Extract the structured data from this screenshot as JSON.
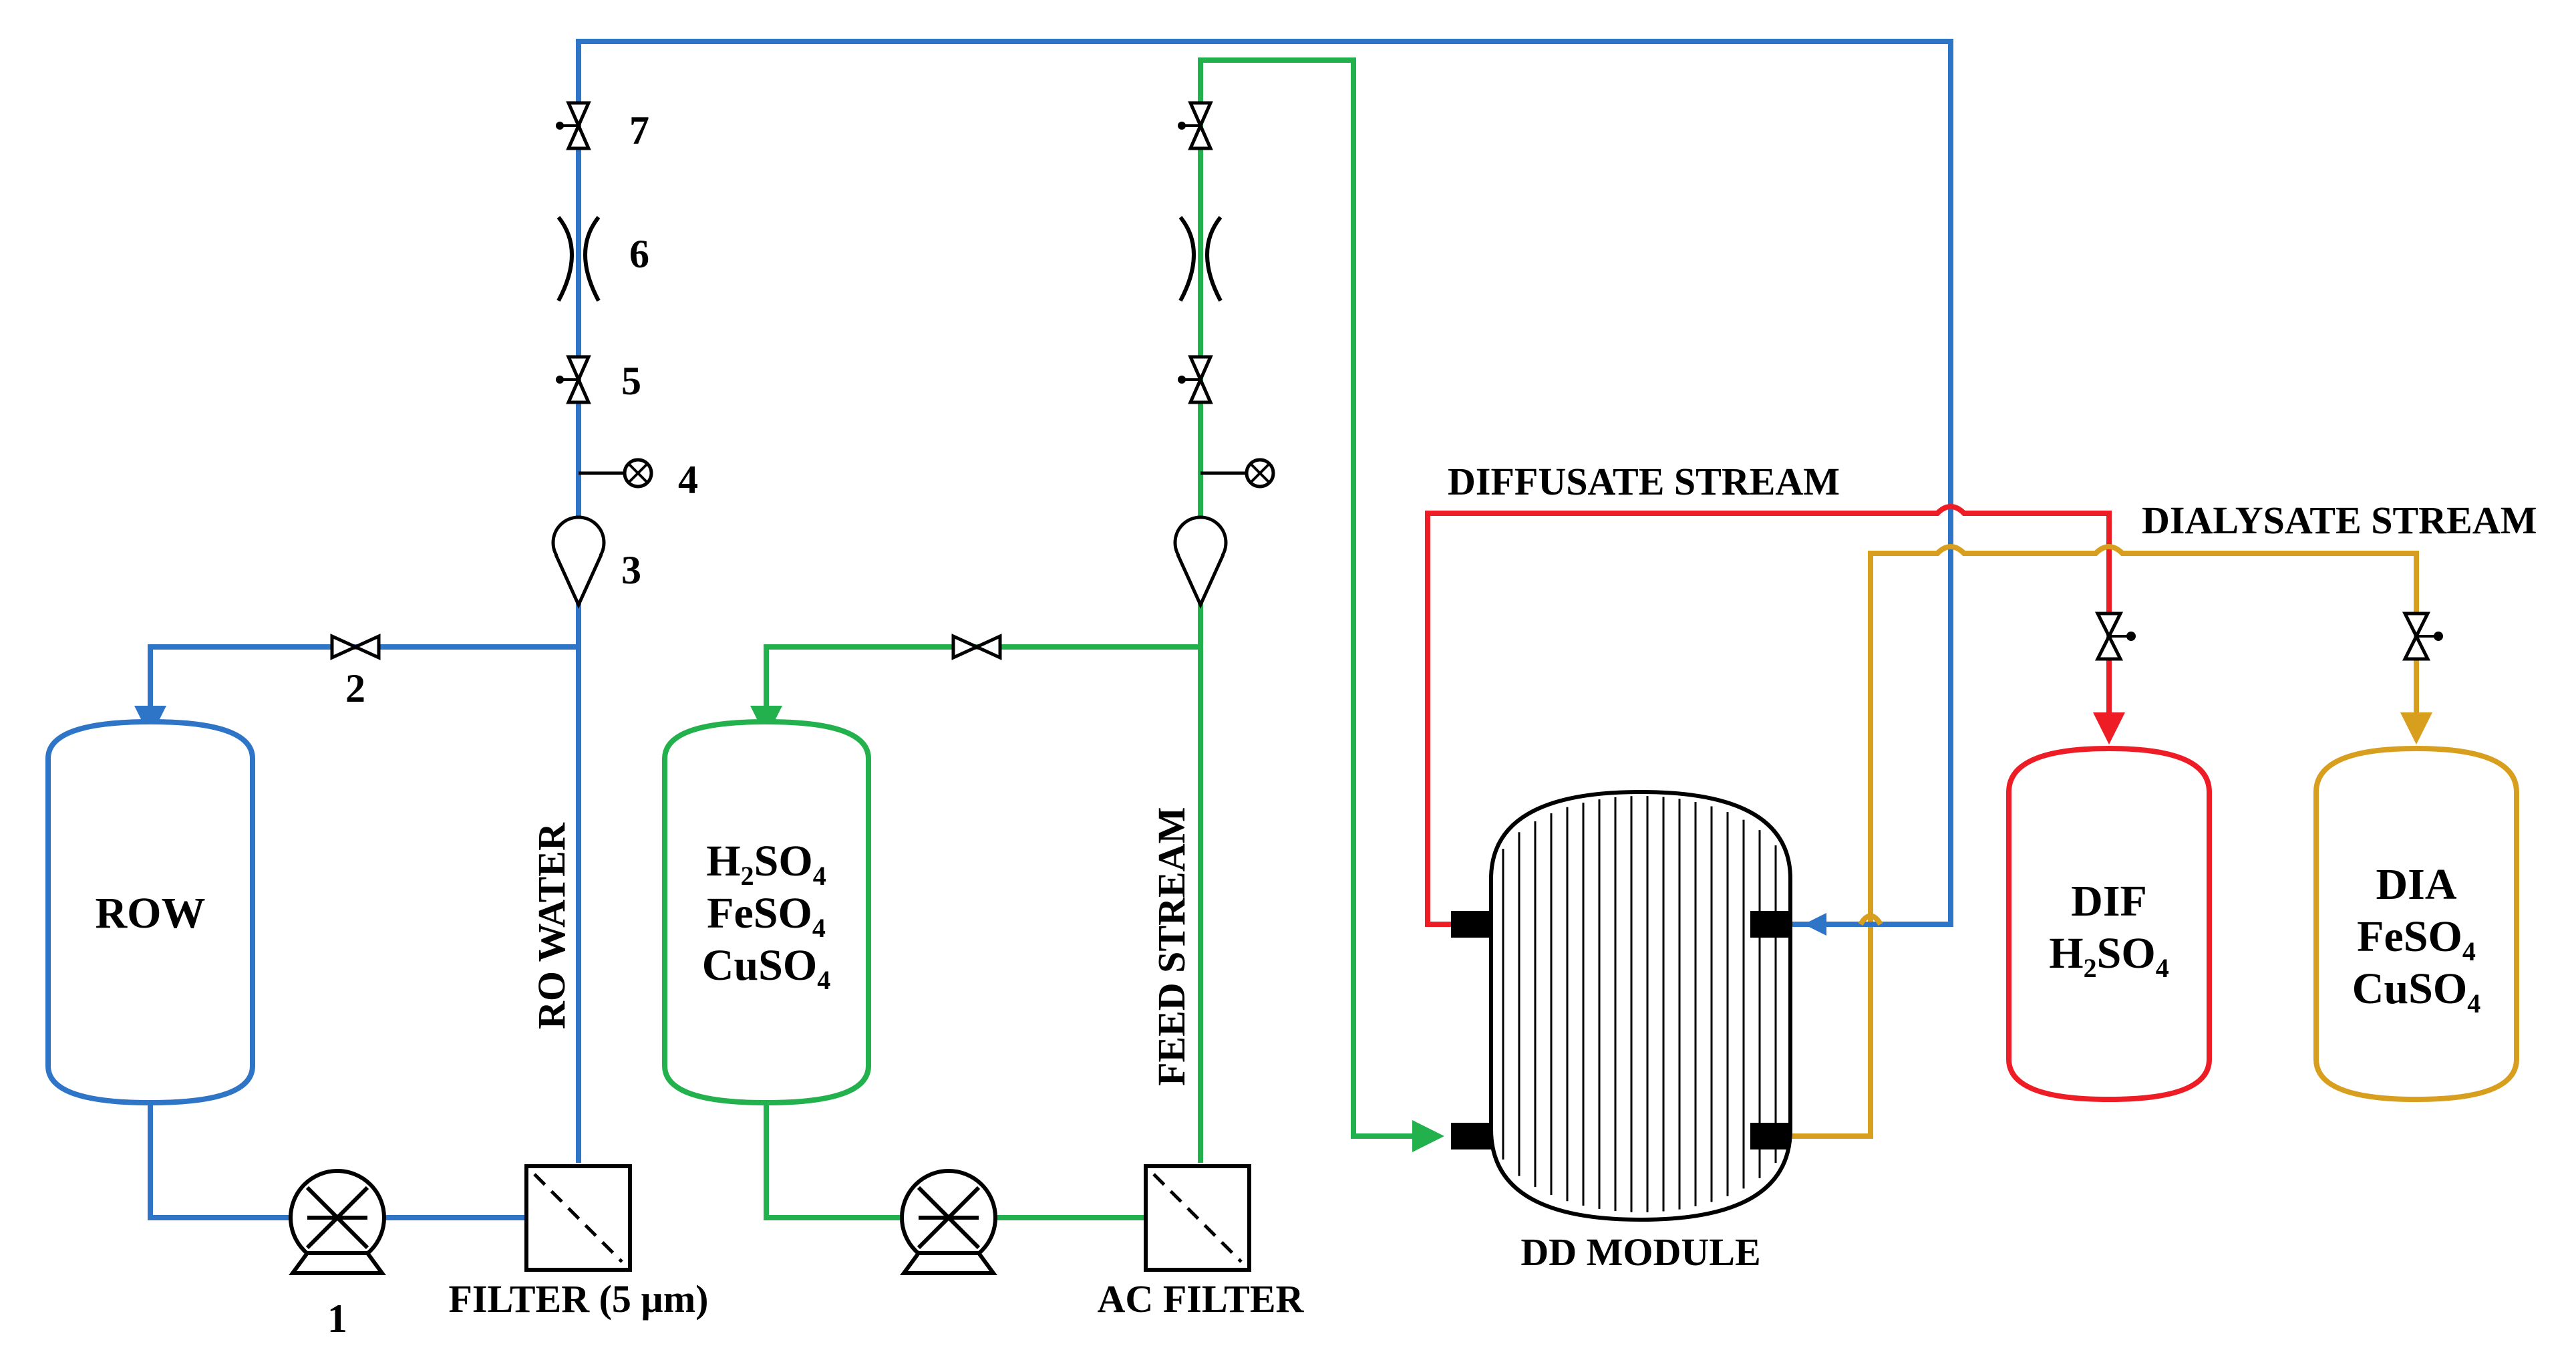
{
  "tanks": {
    "row": {
      "label": "ROW"
    },
    "feed": {
      "lines": [
        {
          "main": "H",
          "sub": "2",
          "rest": "SO",
          "sub2": "4"
        },
        {
          "main": "FeSO",
          "sub": "4",
          "rest": "",
          "sub2": ""
        },
        {
          "main": "CuSO",
          "sub": "4",
          "rest": "",
          "sub2": ""
        }
      ]
    },
    "dif": {
      "title": "DIF",
      "line2_main": "H",
      "line2_sub": "2",
      "line2_rest": "SO",
      "line2_sub2": "4"
    },
    "dia": {
      "title": "DIA",
      "line2_main": "FeSO",
      "line2_sub": "4",
      "line3_main": "CuSO",
      "line3_sub": "4"
    }
  },
  "labels": {
    "ro_water": "RO WATER",
    "feed_stream": "FEED STREAM",
    "diffusate_stream": "DIFFUSATE STREAM",
    "dialysate_stream": "DIALYSATE STREAM",
    "dd_module": "DD MODULE",
    "filter_5um": "FILTER (5 µm)",
    "ac_filter": "AC FILTER"
  },
  "numbers": {
    "n1": "1",
    "n2": "2",
    "n3": "3",
    "n4": "4",
    "n5": "5",
    "n6": "6",
    "n7": "7"
  },
  "colors": {
    "ro_water_line": "#2E75C7",
    "feed_line": "#22B14C",
    "diffusate_line": "#EE1C25",
    "dialysate_line": "#D89E1E"
  }
}
